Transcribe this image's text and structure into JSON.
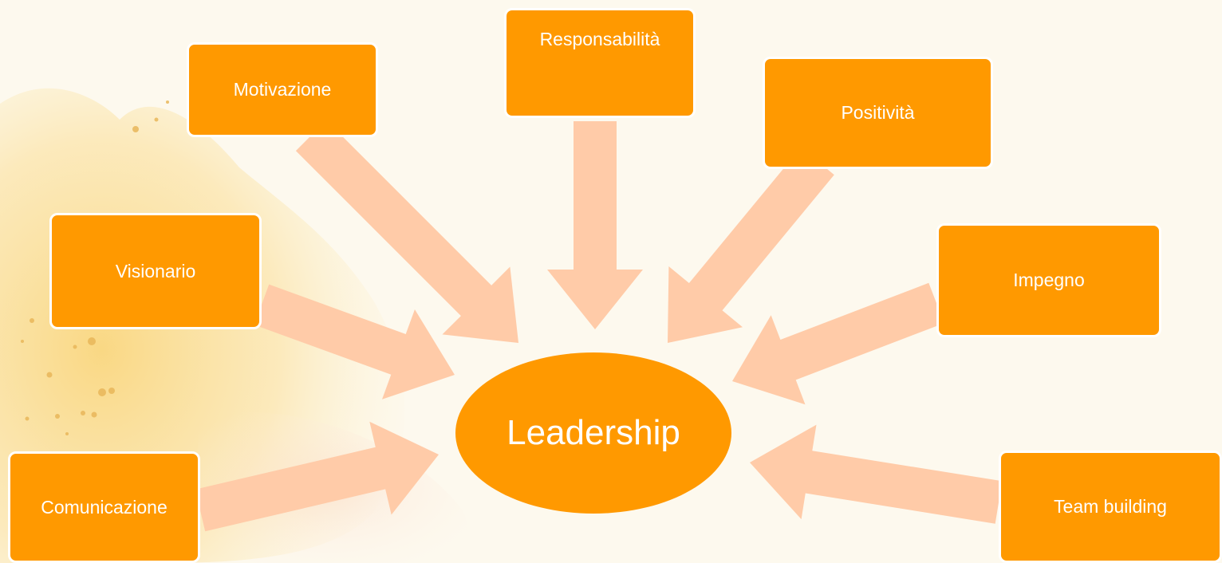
{
  "colors": {
    "box_fill": "#ff9900",
    "box_border": "#ffffff",
    "arrow_fill": "#ffcba8",
    "background": "#fdf9ee",
    "splash": "#fbe3a6",
    "text": "#ffffff"
  },
  "hub": {
    "label": "Leadership"
  },
  "nodes": [
    {
      "id": "motivazione",
      "label": "Motivazione"
    },
    {
      "id": "responsabilita",
      "label": "Responsabilità"
    },
    {
      "id": "positivita",
      "label": "Positività"
    },
    {
      "id": "visionario",
      "label": "Visionario"
    },
    {
      "id": "impegno",
      "label": "Impegno"
    },
    {
      "id": "comunicazione",
      "label": "Comunicazione"
    },
    {
      "id": "team-building",
      "label": "Team building"
    }
  ]
}
